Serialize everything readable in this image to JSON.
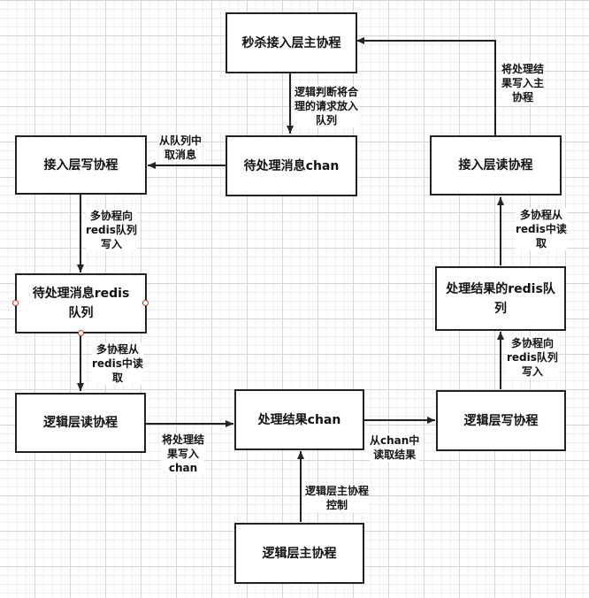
{
  "nodes": {
    "seckill_main": "秒杀接入层主协程",
    "pending_chan": "待处理消息chan",
    "access_write": "接入层写协程",
    "access_read": "接入层读协程",
    "pending_redis": "待处理消息redis队列",
    "result_redis": "处理结果的redis队列",
    "logic_read": "逻辑层读协程",
    "result_chan": "处理结果chan",
    "logic_write": "逻辑层写协程",
    "logic_main": "逻辑层主协程"
  },
  "edges": {
    "judge_put": "逻辑判断将合\n理的请求放入\n队列",
    "from_queue": "从队列中\n取消息",
    "multi_write_redis_1": "多协程向\nredis队列\n写入",
    "multi_read_redis_1": "多协程从\nredis中读\n取",
    "write_result_chan": "将处理结\n果写入\nchan",
    "read_result": "从chan中\n读取结果",
    "logic_main_ctrl": "逻辑层主协程\n控制",
    "multi_write_redis_2": "多协程向\nredis队列\n写入",
    "multi_read_redis_2": "多协程从\nredis中读\n取",
    "write_result_main": "将处理结\n果写入主\n协程"
  }
}
